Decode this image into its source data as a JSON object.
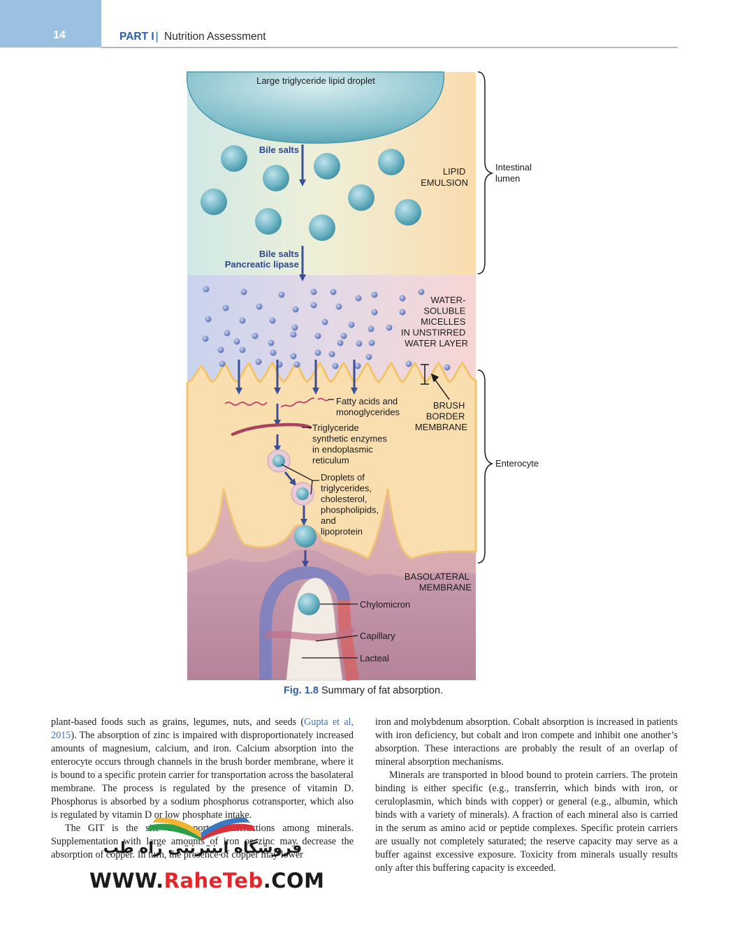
{
  "header": {
    "page_number": "14",
    "part_label": "PART I",
    "section_title": "Nutrition Assessment"
  },
  "figure": {
    "labels": {
      "droplet": "Large triglyceride lipid droplet",
      "bile_salts_1": "Bile salts",
      "lipid_emulsion": [
        "LIPID",
        "EMULSION"
      ],
      "intestinal_lumen": [
        "Intestinal",
        "lumen"
      ],
      "bile_salts_2": "Bile salts",
      "pancreatic_lipase": "Pancreatic lipase",
      "micelles": [
        "WATER-",
        "SOLUBLE",
        "MICELLES",
        "IN UNSTIRRED",
        "WATER LAYER"
      ],
      "fatty_acids": [
        "Fatty acids and",
        "monoglycerides"
      ],
      "brush_border": [
        "BRUSH",
        "BORDER",
        "MEMBRANE"
      ],
      "triglyceride": [
        "Triglyceride",
        "synthetic enzymes",
        "in endoplasmic",
        "reticulum"
      ],
      "enterocyte": "Enterocyte",
      "droplets": [
        "Droplets of",
        "triglycerides,",
        "cholesterol,",
        "phospholipids,",
        "and",
        "lipoprotein"
      ],
      "basolateral": [
        "BASOLATERAL",
        "MEMBRANE"
      ],
      "chylomicron": "Chylomicron",
      "capillary": "Capillary",
      "lacteal": "Lacteal"
    },
    "caption_number": "Fig. 1.8",
    "caption_text": "Summary of fat absorption.",
    "colors": {
      "emulsion_droplet": "#6fb5c4",
      "enterocyte": "#f9dfb0",
      "arrow": "#3a4f95",
      "blood": "#b8879e"
    }
  },
  "body": {
    "left": {
      "p1_pre": "plant-based foods such as grains, legumes, nuts, and seeds (",
      "p1_cite": "Gupta et al, 2015",
      "p1_post": "). The absorption of zinc is impaired with disproportionately increased amounts of magnesium, calcium, and iron. Calcium absorption into the enterocyte occurs through channels in the brush border membrane, where it is bound to a specific protein carrier for transportation across the basolateral membrane. The process is regulated by the presence of vitamin D. Phosphorus is absorbed by a sodium phosphorus cotransporter, which also is regulated by vitamin D or low phosphate intake.",
      "p2": "The GIT is the site of important interactions among minerals. Supplementation with large amounts of iron or zinc may decrease the absorption of copper. In turn, the presence of copper may lower"
    },
    "right": {
      "p1": "iron and molybdenum absorption. Cobalt absorption is increased in patients with iron deficiency, but cobalt and iron compete and inhibit one another’s absorption. These interactions are probably the result of an overlap of mineral absorption mechanisms.",
      "p2": "Minerals are transported in blood bound to protein carriers. The protein binding is either specific (e.g., transferrin, which binds with iron, or ceruloplasmin, which binds with copper) or general (e.g., albumin, which binds with a variety of minerals). A fraction of each mineral also is carried in the serum as amino acid or peptide complexes. Specific protein carriers are usually not completely saturated; the reserve capacity may serve as a buffer against excessive exposure. Toxicity from minerals usually results only after this buffering capacity is exceeded."
    }
  },
  "watermark": {
    "persian": "فروشگاه اینترنتی راه طب",
    "url_pre": "WWW.",
    "url_brand": "RaheTeb",
    "url_post": ".COM"
  }
}
